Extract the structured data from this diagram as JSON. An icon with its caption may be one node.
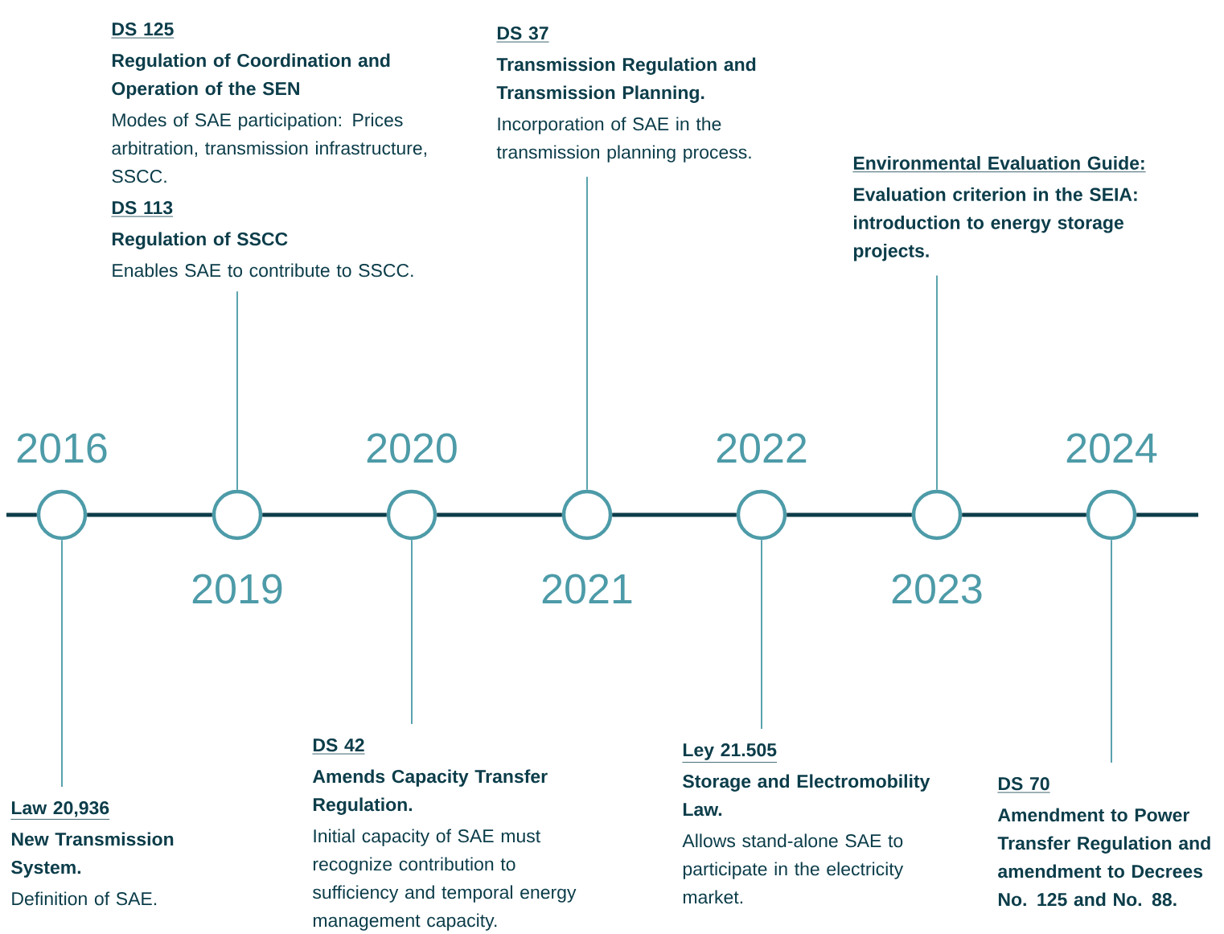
{
  "diagram": {
    "nodes": [
      {
        "text": [],
        "shape": "circle",
        "beside": [
          "2016"
        ]
      },
      {
        "text": [],
        "shape": "circle",
        "beside": [
          "2019"
        ]
      },
      {
        "text": [],
        "shape": "circle",
        "beside": [
          "2020"
        ]
      },
      {
        "text": [],
        "shape": "circle",
        "beside": [
          "2021"
        ]
      },
      {
        "text": [],
        "shape": "circle",
        "beside": [
          "2022"
        ]
      },
      {
        "text": [],
        "shape": "circle",
        "beside": [
          "2023"
        ]
      },
      {
        "text": [],
        "shape": "circle",
        "beside": [
          "2024"
        ]
      },
      {
        "text": [
          "Law 20,936",
          "New Transmission System.",
          "Definition of SAE."
        ]
      },
      {
        "text": [
          "DS 125",
          "Regulation of Coordination and Operation of the SEN",
          "Modes of SAE participation: Prices arbitration, transmission infrastructure, SSCC.",
          "DS 113",
          "Regulation of SSCC",
          "Enables SAE to contribute to SSCC."
        ]
      },
      {
        "text": [
          "DS 42",
          "Amends Capacity Transfer Regulation.",
          "Initial capacity of SAE must recognize contribution to sufficiency and temporal energy management capacity."
        ]
      },
      {
        "text": [
          "DS 37",
          "Transmission Regulation and Transmission Planning.",
          "Incorporation of SAE in the transmission planning process."
        ]
      },
      {
        "text": [
          "Ley 21.505",
          "Storage and Electromobility Law.",
          "Allows stand-alone SAE to participate in the electricity market."
        ]
      },
      {
        "text": [
          "Environmental Evaluation Guide:",
          "Evaluation criterion in the SEIA: introduction to energy storage projects."
        ]
      },
      {
        "text": [
          "DS 70",
          "Amendment to Power Transfer Regulation and amendment to Decrees No. 125 and No. 88."
        ]
      }
    ],
    "edges": [
      {
        "from": null,
        "to": 0,
        "arrow": "none"
      },
      {
        "from": 0,
        "to": 1,
        "arrow": "none"
      },
      {
        "from": 1,
        "to": 2,
        "arrow": "none"
      },
      {
        "from": 2,
        "to": 3,
        "arrow": "none"
      },
      {
        "from": 3,
        "to": 4,
        "arrow": "none"
      },
      {
        "from": 4,
        "to": 5,
        "arrow": "none"
      },
      {
        "from": 5,
        "to": 6,
        "arrow": "none"
      },
      {
        "from": 6,
        "to": null,
        "arrow": "none"
      },
      {
        "from": 7,
        "to": 0,
        "arrow": "none",
        "color": "#5aa3ae"
      },
      {
        "from": 8,
        "to": 1,
        "arrow": "none",
        "color": "#5aa3ae"
      },
      {
        "from": 9,
        "to": 2,
        "arrow": "none",
        "color": "#5aa3ae"
      },
      {
        "from": 10,
        "to": 3,
        "arrow": "none",
        "color": "#5aa3ae"
      },
      {
        "from": 11,
        "to": 4,
        "arrow": "none",
        "color": "#5aa3ae"
      },
      {
        "from": 12,
        "to": 5,
        "arrow": "none",
        "color": "#5aa3ae"
      },
      {
        "from": 13,
        "to": 6,
        "arrow": "none",
        "color": "#5aa3ae"
      }
    ]
  }
}
